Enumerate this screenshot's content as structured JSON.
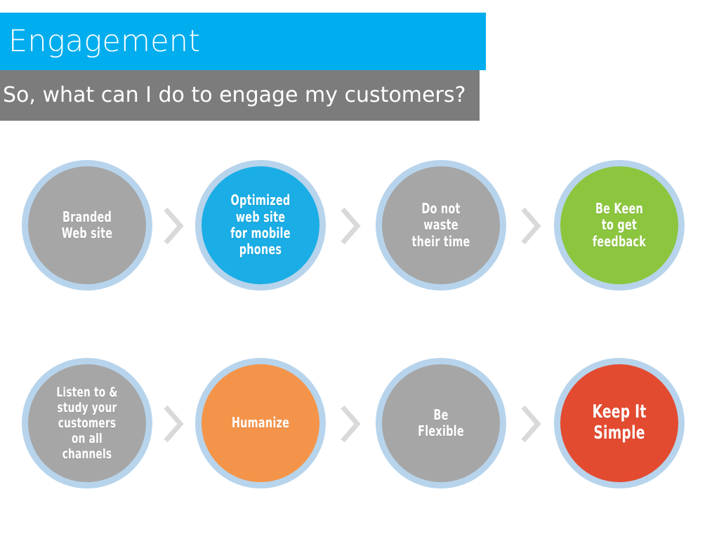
{
  "header": {
    "title": "Engagement",
    "title_bar_color": "#00ADEE",
    "subtitle": "So, what can I do to engage my customers?",
    "subtitle_bar_color": "#7C7C7C",
    "text_color": "#FFFFFF"
  },
  "palette": {
    "ring": "#B7D4EC",
    "gray": "#A6A6A6",
    "blue": "#1BADE5",
    "green": "#8CC63F",
    "orange": "#F4944A",
    "red": "#E34B30",
    "chevron": "#D9D9D9",
    "background": "#FFFFFF"
  },
  "diagram": {
    "type": "process-flow",
    "rows": [
      {
        "row": 1,
        "nodes": [
          {
            "label": "Branded\nWeb site",
            "fill": "#A6A6A6",
            "ring": "#B7D4EC",
            "text_size": "normal"
          },
          {
            "label": "Optimized\nweb site\nfor mobile\nphones",
            "fill": "#1BADE5",
            "ring": "#B7D4EC",
            "text_size": "normal"
          },
          {
            "label": "Do not\nwaste\ntheir time",
            "fill": "#A6A6A6",
            "ring": "#B7D4EC",
            "text_size": "normal"
          },
          {
            "label": "Be Keen\nto get\nfeedback",
            "fill": "#8CC63F",
            "ring": "#B7D4EC",
            "text_size": "normal"
          }
        ],
        "connectors": [
          "chevron-right-icon",
          "chevron-right-icon",
          "chevron-right-icon"
        ]
      },
      {
        "row": 2,
        "nodes": [
          {
            "label": "Listen  to &\nstudy your\ncustomers\non all\nchannels",
            "fill": "#A6A6A6",
            "ring": "#B7D4EC",
            "text_size": "small"
          },
          {
            "label": "Humanize",
            "fill": "#F4944A",
            "ring": "#B7D4EC",
            "text_size": "normal"
          },
          {
            "label": "Be\nFlexible",
            "fill": "#A6A6A6",
            "ring": "#B7D4EC",
            "text_size": "normal"
          },
          {
            "label": "Keep It\nSimple",
            "fill": "#E34B30",
            "ring": "#B7D4EC",
            "text_size": "big"
          }
        ],
        "connectors": [
          "chevron-right-icon",
          "chevron-right-icon",
          "chevron-right-icon"
        ]
      }
    ]
  }
}
